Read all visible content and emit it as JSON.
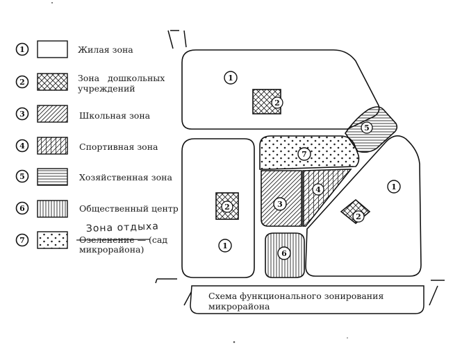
{
  "legend": [
    {
      "number": "1",
      "pattern": "blank",
      "label_lines": [
        "Жилая зона"
      ]
    },
    {
      "number": "2",
      "pattern": "crosshatch",
      "label_lines": [
        "Зона   дошкольных",
        "учреждений"
      ]
    },
    {
      "number": "3",
      "pattern": "diagonal",
      "label_lines": [
        "Школьная зона"
      ]
    },
    {
      "number": "4",
      "pattern": "diagonal-vertical",
      "label_lines": [
        "Спортивная зона"
      ]
    },
    {
      "number": "5",
      "pattern": "horizontal",
      "label_lines": [
        "Хозяйственная зона"
      ]
    },
    {
      "number": "6",
      "pattern": "vertical",
      "label_lines": [
        "Общественный центр"
      ]
    },
    {
      "number": "7",
      "pattern": "dots",
      "label_lines": [
        "Озеленение — (сад",
        "микрорайона)"
      ]
    }
  ],
  "handwritten_note": "Зона отдыха",
  "map_labels": {
    "zone_1_top": "1",
    "zone_2_top": "2",
    "zone_5": "5",
    "zone_7": "7",
    "zone_1_right": "1",
    "zone_2_left": "2",
    "zone_3": "3",
    "zone_4": "4",
    "zone_2_right": "2",
    "zone_1_left": "1",
    "zone_6": "6"
  },
  "caption_lines": [
    "Схема функционального зонирования",
    "микрорайона"
  ],
  "colors": {
    "ink": "#1a1a1a",
    "paper": "#ffffff"
  }
}
